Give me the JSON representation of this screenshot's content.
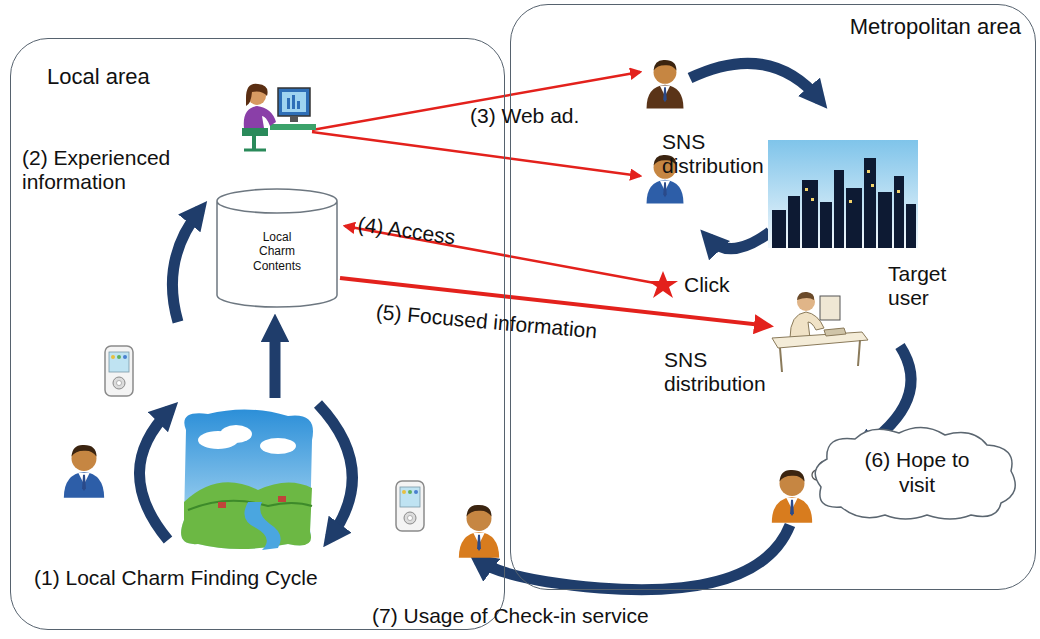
{
  "diagram": {
    "nodes": [
      {
        "text": [
          "Local area"
        ]
      },
      {
        "text": [
          "Metropolitan area"
        ]
      },
      {
        "text": [
          "Local Charm Contents"
        ],
        "in": 0
      },
      {
        "text": [
          "(6) Hope to visit"
        ],
        "in": 1
      }
    ],
    "labels": [
      "(2) Experienced information",
      "(3) Web ad.",
      "(4) Access",
      "Click",
      "(5) Focused information",
      "Target user",
      "SNS distribution",
      "SNS distribution",
      "(1) Local Charm Finding Cycle",
      "(7) Usage of Check-in service"
    ]
  }
}
